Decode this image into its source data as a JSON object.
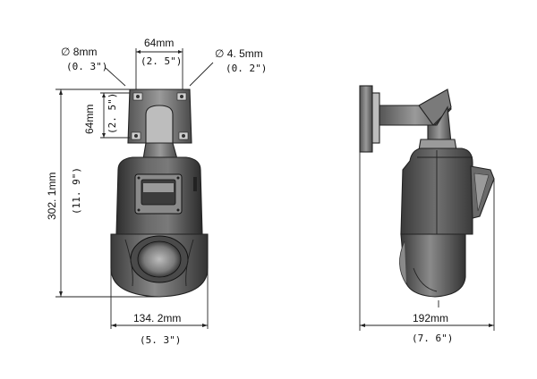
{
  "front_view": {
    "hole_diameter": {
      "value": "∅ 8mm",
      "imperial": "(0. 3\")"
    },
    "mount_width": {
      "value": "64mm",
      "imperial": "(2. 5\")"
    },
    "screw_diameter": {
      "value": "∅ 4. 5mm",
      "imperial": "(0. 2\")"
    },
    "mount_height": {
      "value": "64mm",
      "imperial": "(2. 5\")"
    },
    "total_height": {
      "value": "302. 1mm",
      "imperial": "(11. 9\")"
    },
    "body_width": {
      "value": "134. 2mm",
      "imperial": "(5. 3\")"
    }
  },
  "side_view": {
    "total_depth": {
      "value": "192mm",
      "imperial": "(7. 6\")"
    }
  },
  "colors": {
    "body_dark": "#3a3a3a",
    "body_mid": "#5e5e5e",
    "body_light": "#8c8c8c",
    "dome": "#6b6b6b",
    "line": "#222222"
  }
}
